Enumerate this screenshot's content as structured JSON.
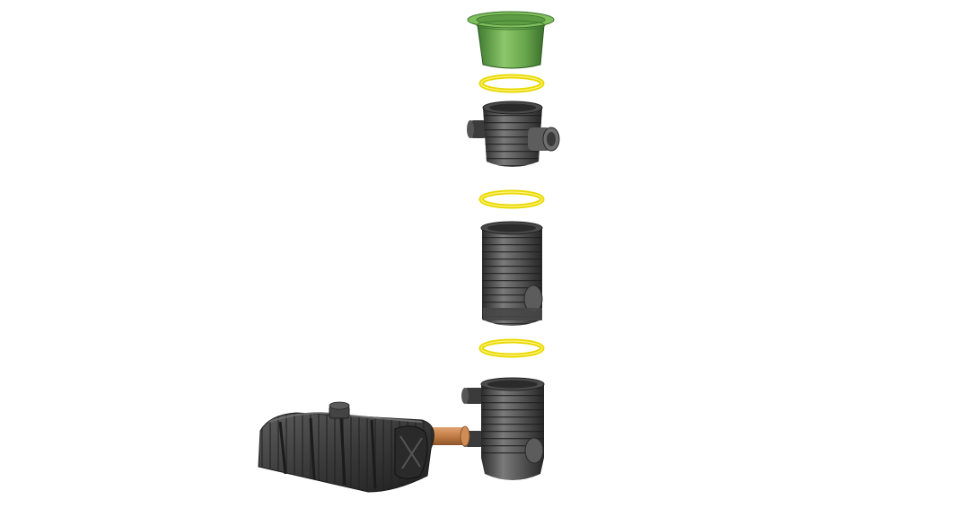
{
  "scene": {
    "kind": "exploded-view-product-render",
    "components": [
      {
        "id": "green-lid",
        "color": "#6fae4f"
      },
      {
        "id": "seal-ring-1",
        "color": "#f2e600"
      },
      {
        "id": "inlet-chamber-section",
        "color": "#3a3a3a"
      },
      {
        "id": "seal-ring-2",
        "color": "#f2e600"
      },
      {
        "id": "extension-riser",
        "color": "#3a3a3a"
      },
      {
        "id": "seal-ring-3",
        "color": "#f2e600"
      },
      {
        "id": "base-chamber-section",
        "color": "#3a3a3a"
      },
      {
        "id": "connector-pipe",
        "color": "#c9874f"
      },
      {
        "id": "infiltration-tunnel-tank",
        "color": "#333333"
      }
    ]
  }
}
